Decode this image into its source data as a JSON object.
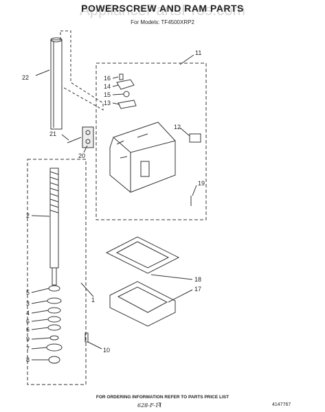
{
  "header": {
    "title": "POWERSCREW AND RAM PARTS",
    "models": "For Models: TF4500XRP2",
    "watermark": "AppliancePartsPros.com"
  },
  "callouts": [
    "1",
    "2",
    "3",
    "4",
    "5",
    "6",
    "6",
    "7",
    "8",
    "9",
    "10",
    "11",
    "12",
    "13",
    "14",
    "15",
    "16",
    "17",
    "18",
    "19",
    "20",
    "21",
    "22"
  ],
  "footer": {
    "note": "FOR ORDERING INFORMATION REFER TO PARTS PRICE LIST",
    "page": "3",
    "doc_number": "4147767",
    "handwritten": "628-F-11"
  }
}
